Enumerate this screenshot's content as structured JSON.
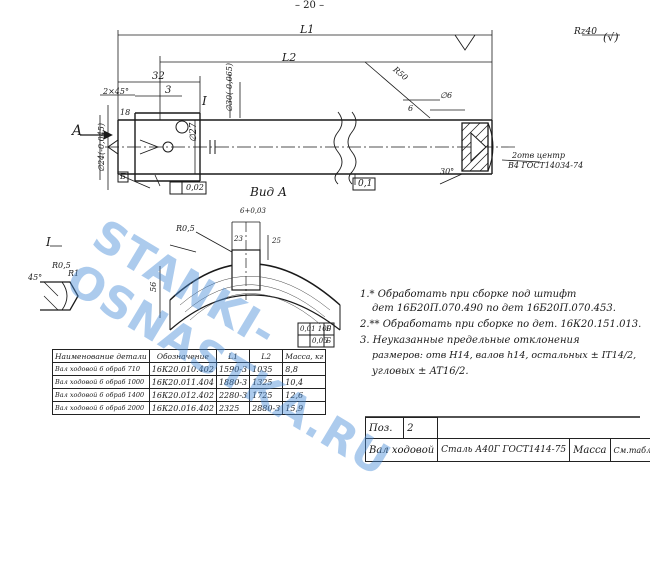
{
  "page_number": "– 20 –",
  "watermark": "STANKI-OSNASTKA.RU",
  "colors": {
    "ink": "#1a1a1a",
    "watermark": "#468cd7",
    "paper": "#ffffff"
  },
  "dimensions": {
    "l1": "L1",
    "l2": "L2",
    "d32": "32",
    "d3": "3",
    "chamfer": "2×45°",
    "r50": "R50",
    "r05": "R0,5",
    "d18": "18",
    "d27": "∅27",
    "dia_left": "∅24(-0,045)",
    "dia_mid": "∅30(-0,065)",
    "dia_right": "∅6",
    "dim_6": "6",
    "dim_25": "25",
    "dim_56": "56",
    "dim_30deg": "30°",
    "dim_45deg": "45°",
    "r05_detail": "R0,5",
    "r1_detail": "R1",
    "view_a_dim": "6+0,03",
    "dim_23": "23"
  },
  "labels": {
    "view_arrow": "A",
    "view_a": "Вид А",
    "section_mark": "I",
    "detail_mark": "I",
    "roughness": "Rz40",
    "roughness_other": "(√)",
    "center_note_1": "2отв центр",
    "center_note_2": "В4 ГОСТ14034-74",
    "datum_a": "A",
    "datum_b": "Б",
    "datum_b2": "Б",
    "runout": "0,02",
    "tol_a1": "0,1",
    "tol_1": "0,01 100",
    "tol_2": "0,05",
    "tol_ref_1": "Б",
    "tol_ref_2": "Б",
    "star_mark": "*"
  },
  "notes": [
    "1.* Обработать при сборке под штифт",
    "дет 16Б20П.070.490 по дет 16Б20П.070.453.",
    "2.** Обработать при сборке по дет. 16К20.151.013.",
    "3. Неуказанные предельные отклонения",
    "размеров: отв Н14, валов h14, остальных ± IT14/2,",
    "угловых ± AT16/2."
  ],
  "spec_table": {
    "headers": [
      "Наименование детали",
      "Обозначение",
      "L1",
      "L2",
      "Масса, кг"
    ],
    "rows": [
      [
        "Вал ходовой 6 обраб 710",
        "16К20.010.402",
        "1590-3",
        "1035",
        "8,8"
      ],
      [
        "Вал ходовой 6 обраб 1000",
        "16К20.011.404",
        "1880-3",
        "1325",
        "10,4"
      ],
      [
        "Вал ходовой 6 обраб 1400",
        "16К20.012.402",
        "2280-3",
        "1725",
        "12,6"
      ],
      [
        "Вал ходовой 6 обраб 2000",
        "16К20.016.402",
        "2325",
        "2880-3",
        "15,9"
      ]
    ]
  },
  "title_block": {
    "pos_label": "Поз.",
    "pos_value": "2",
    "part_name": "Вал ходовой",
    "material": "Сталь А40Г ГОСТ1414-75",
    "mass_label": "Масса",
    "mass_value": "См.табл."
  }
}
